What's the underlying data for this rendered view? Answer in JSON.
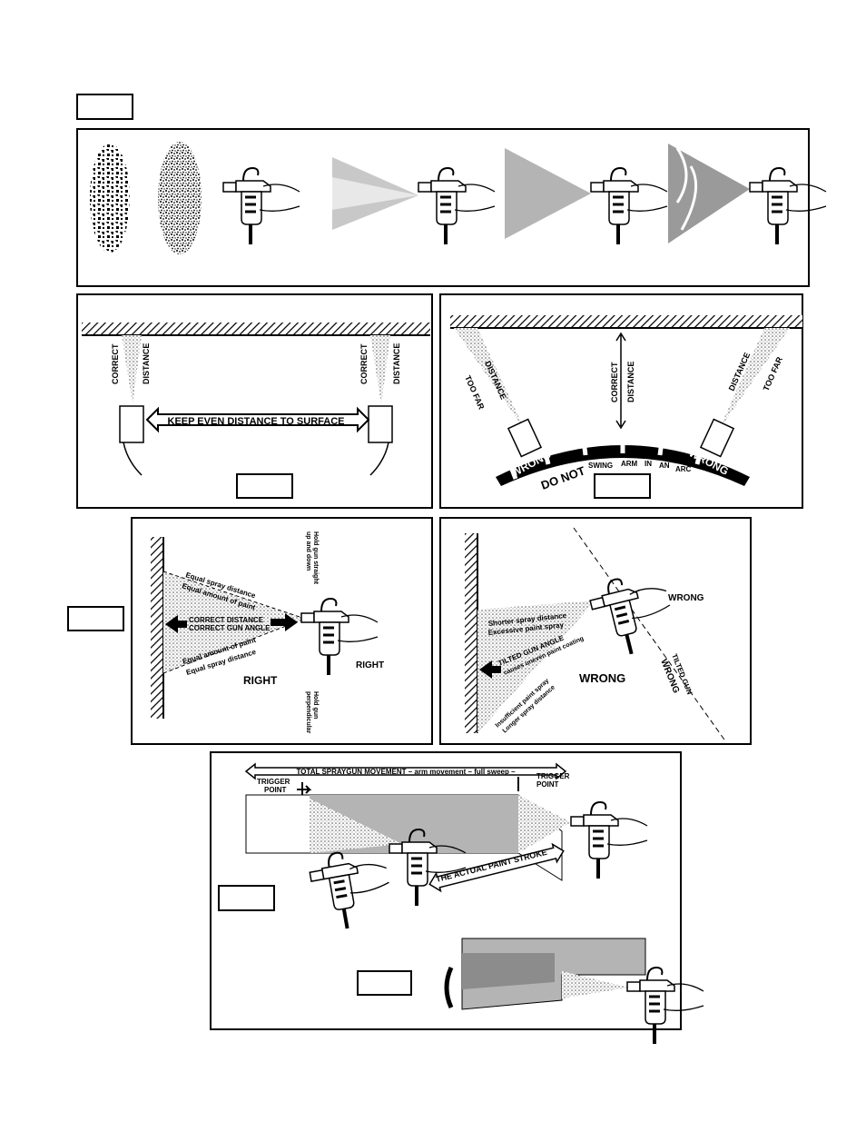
{
  "panel_b": {
    "correct_1": "CORRECT",
    "distance_1": "DISTANCE",
    "correct_2": "CORRECT",
    "distance_2": "DISTANCE",
    "keep_even": "KEEP EVEN DISTANCE TO SURFACE"
  },
  "panel_c": {
    "too_far_left": "TOO FAR",
    "distance_left": "DISTANCE",
    "correct": "CORRECT",
    "distance_center": "DISTANCE",
    "distance_right": "DISTANCE",
    "too_far_right": "TOO FAR",
    "wrong_left": "WRONG",
    "do_not": "DO NOT",
    "swing": "SWING",
    "arm": "ARM",
    "in": "IN",
    "an": "AN",
    "arc": "ARC",
    "wrong_right": "WRONG"
  },
  "panel_d": {
    "equal_spray_top": "Equal spray distance",
    "equal_paint_top": "Equal amount of paint",
    "correct_distance": "CORRECT DISTANCE",
    "correct_angle": "CORRECT GUN ANGLE",
    "equal_paint_bottom": "Equal amount of paint",
    "equal_spray_bottom": "Equal spray distance",
    "right_big": "RIGHT",
    "right_small": "RIGHT",
    "hold_straight_1": "Hold gun straight",
    "hold_straight_2": "up and down",
    "hold_perp_1": "Hold gun",
    "hold_perp_2": "perpendicular"
  },
  "panel_e": {
    "shorter": "Shorter spray distance",
    "excessive": "Excessive paint spray",
    "tilted_angle": "TILTED GUN ANGLE",
    "uneven": "causes uneven paint coating",
    "insufficient": "Insufficient paint spray",
    "longer": "Longer spray distance",
    "wrong_top": "WRONG",
    "wrong_mid": "WRONG",
    "tilted_gun": "TILTED GUN",
    "wrong_diag": "WRONG"
  },
  "panel_f": {
    "total_movement": "TOTAL SPRAYGUN MOVEMENT – arm movement – full sweep –",
    "trigger_left_1": "TRIGGER",
    "trigger_left_2": "POINT",
    "trigger_right_1": "TRIGGER",
    "trigger_right_2": "POINT",
    "actual_stroke": "THE ACTUAL PAINT STROKE"
  },
  "colors": {
    "ink": "#000000",
    "paper": "#ffffff",
    "mist": "#c8c8c8",
    "mist_dark": "#9a9a9a"
  }
}
